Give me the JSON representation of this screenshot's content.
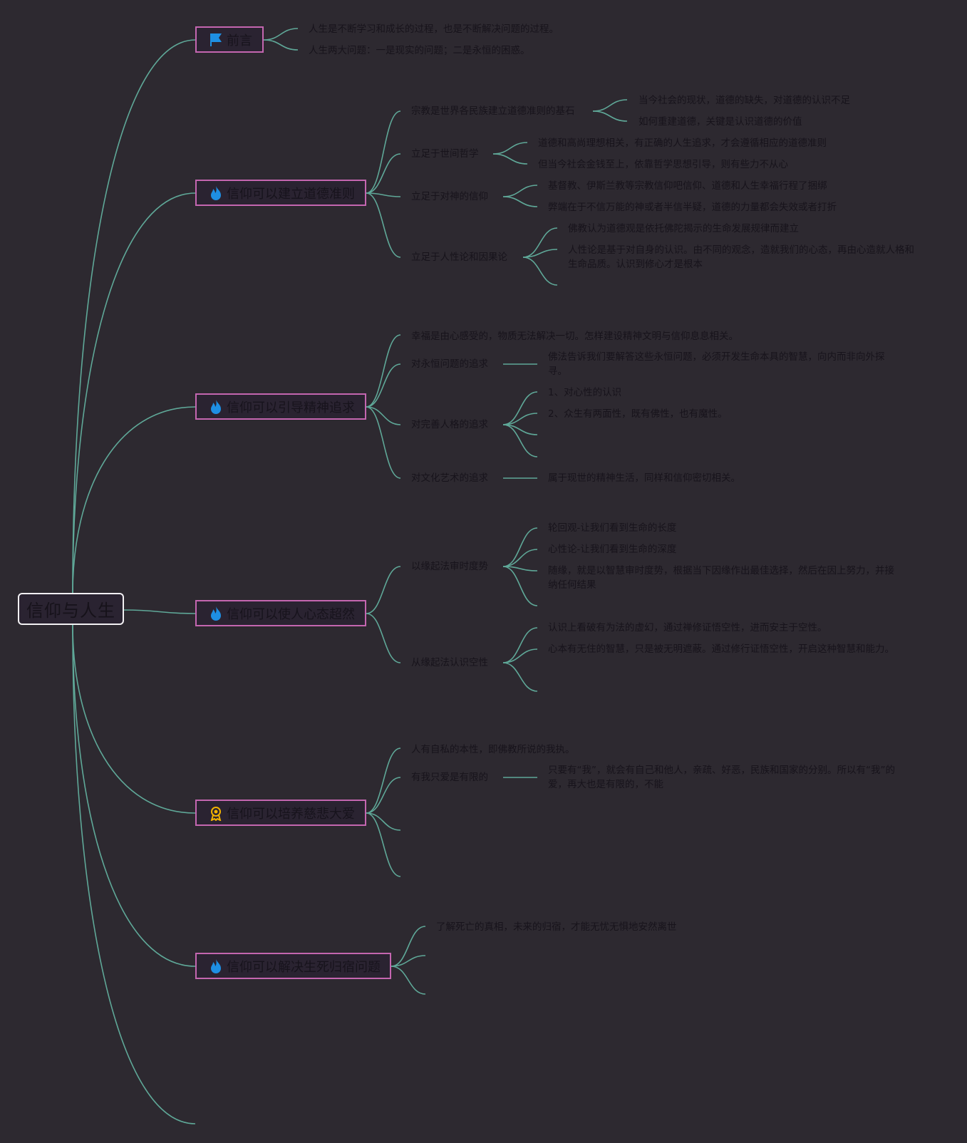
{
  "colors": {
    "background": "#2d2930",
    "connector": "#5fa898",
    "topic_border": "#c466b0",
    "root_border": "#f2f0f3",
    "flag_icon": "#1e8fe3",
    "fire_icon": "#1e8fe3",
    "badge_icon": "#f2b300"
  },
  "root": {
    "label": "信仰与人生"
  },
  "topics": [
    {
      "icon": "flag-icon",
      "label": "前言",
      "notes": [
        "人生是不断学习和成长的过程，也是不断解决问题的过程。",
        "人生两大问题：一是现实的问题；二是永恒的困惑。"
      ]
    },
    {
      "icon": "fire-icon",
      "label": "信仰可以建立道德准则",
      "children": [
        {
          "label": "宗教是世界各民族建立道德准则的基石",
          "notes": [
            "当今社会的现状，道德的缺失，对道德的认识不足",
            "如何重建道德，关键是认识道德的价值"
          ]
        },
        {
          "label": "立足于世间哲学",
          "notes": [
            "道德和高尚理想相关，有正确的人生追求，才会遵循相应的道德准则",
            "但当今社会金钱至上，依靠哲学思想引导，则有些力不从心"
          ]
        },
        {
          "label": "立足于对神的信仰",
          "notes": [
            "基督教、伊斯兰教等宗教信仰吧信仰、道德和人生幸福行程了捆绑",
            "弊端在于不信万能的神或者半信半疑，道德的力量都会失效或者打折"
          ]
        },
        {
          "label": "立足于人性论和因果论",
          "notes": [
            "佛教认为道德观是依托佛陀揭示的生命发展规律而建立",
            "人性论是基于对自身的认识。由不同的观念，造就我们的心态，再由心造就人格和生命品质。认识到修心才是根本"
          ]
        }
      ]
    },
    {
      "icon": "fire-icon",
      "label": "信仰可以引导精神追求",
      "children": [
        {
          "label": "幸福是由心感受的，物质无法解决一切。怎样建设精神文明与信仰息息相关。"
        },
        {
          "label": "对永恒问题的追求",
          "notes": [
            "佛法告诉我们要解答这些永恒问题，必须开发生命本具的智慧，向内而非向外探寻。"
          ]
        },
        {
          "label": "对完善人格的追求",
          "notes": [
            "1、对心性的认识",
            "2、众生有两面性，既有佛性，也有魔性。"
          ]
        },
        {
          "label": "对文化艺术的追求",
          "notes": [
            "属于现世的精神生活，同样和信仰密切相关。"
          ]
        }
      ]
    },
    {
      "icon": "fire-icon",
      "label": "信仰可以使人心态超然",
      "children": [
        {
          "label": "以缘起法审时度势",
          "notes": [
            "轮回观-让我们看到生命的长度",
            "心性论-让我们看到生命的深度",
            "随缘，就是以智慧审时度势，根据当下因缘作出最佳选择，然后在因上努力，并接纳任何结果"
          ]
        },
        {
          "label": "从缘起法认识空性",
          "notes": [
            "认识上看破有为法的虚幻，通过禅修证悟空性，进而安主于空性。",
            "心本有无住的智慧，只是被无明遮蔽。通过修行证悟空性，开启这种智慧和能力。"
          ]
        }
      ]
    },
    {
      "icon": "badge-icon",
      "label": "信仰可以培养慈悲大爱",
      "children": [
        {
          "label": "人有自私的本性，即佛教所说的我执。"
        },
        {
          "label": "有我只爱是有限的",
          "notes": [
            "只要有“我”，就会有自己和他人，亲疏、好恶，民族和国家的分别。所以有“我”的爱，再大也是有限的，不能"
          ]
        }
      ]
    },
    {
      "icon": "fire-icon",
      "label": "信仰可以解决生死归宿问题",
      "notes": [
        "了解死亡的真相，未来的归宿，才能无忧无惧地安然离世"
      ]
    }
  ]
}
